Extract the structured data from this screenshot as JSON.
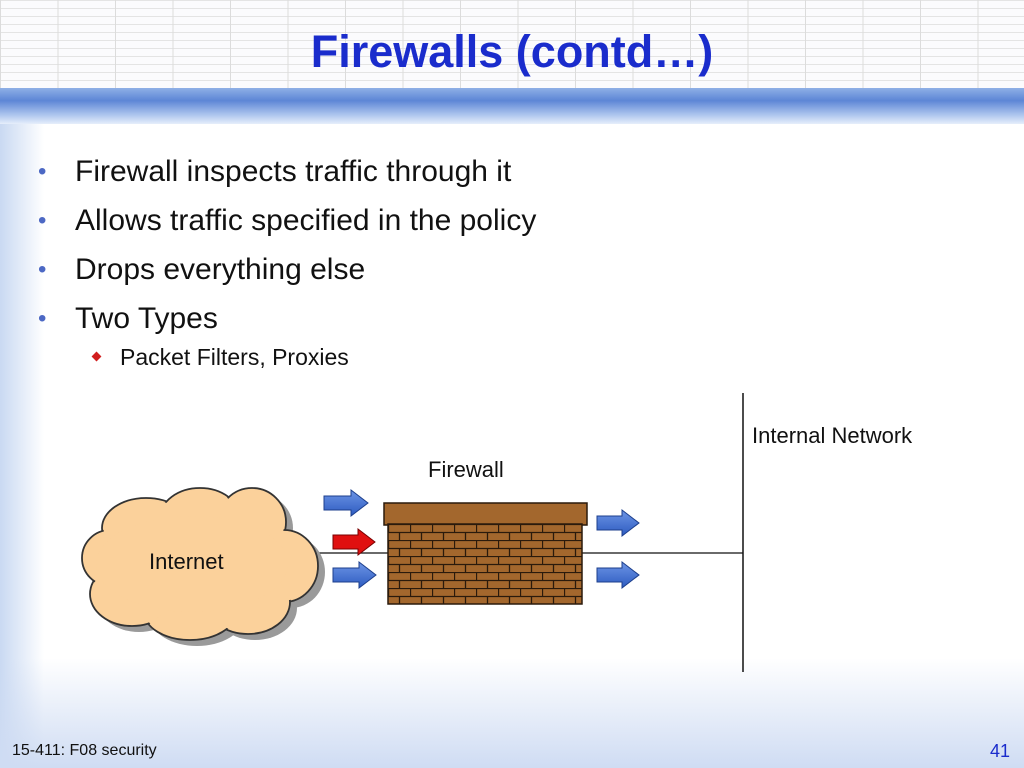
{
  "title": "Firewalls (contd…)",
  "bullets": [
    "Firewall inspects traffic through it",
    "Allows traffic specified in the policy",
    "Drops everything else",
    "Two Types"
  ],
  "sub_bullet": "Packet Filters, Proxies",
  "diagram": {
    "cloud_label": "Internet",
    "wall_label": "Firewall",
    "network_label": "Internal Network"
  },
  "footer": {
    "course": "15-411: F08 security",
    "page": "41"
  },
  "colors": {
    "title": "#1a2ccc",
    "cloud": "#fbd19b",
    "brick": "#a3672d",
    "arrow_allowed": "#3e6fd0",
    "arrow_dropped": "#e01010"
  }
}
